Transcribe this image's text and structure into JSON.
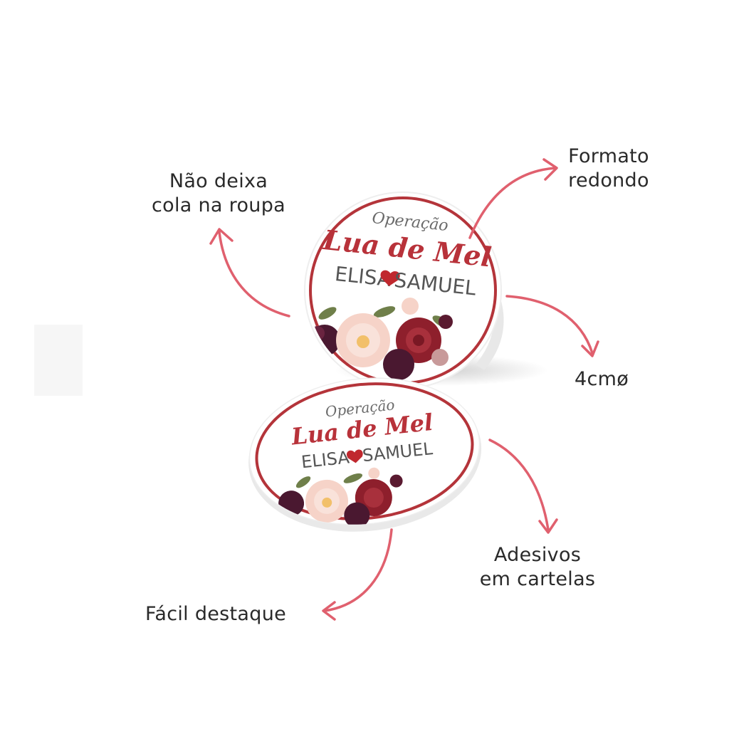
{
  "callouts": {
    "nao_deixa_cola": "Não deixa\ncola na roupa",
    "formato_redondo": "Formato\nredondo",
    "diametro": "4cmø",
    "adesivos_cartelas": "Adesivos\nem cartelas",
    "facil_destaque": "Fácil destaque"
  },
  "sticker": {
    "line1": "Operação",
    "line2": "Lua de Mel",
    "name_left": "ELISA",
    "name_right": "SAMUEL"
  },
  "colors": {
    "arrow": "#e0606e",
    "ring": "#b4343a",
    "script": "#b8323a",
    "names": "#555555",
    "heart": "#c0282e",
    "rose_dark": "#8e1f2c",
    "rose_plum": "#4a1830",
    "rose_pale": "#f6d3c8",
    "leaf": "#6f7f4a"
  }
}
